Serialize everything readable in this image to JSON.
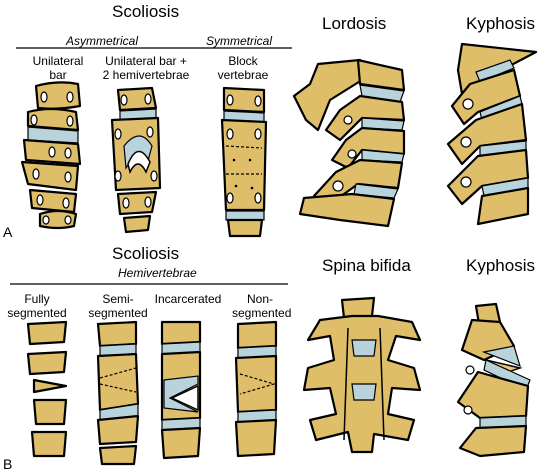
{
  "panel_a": {
    "letter": "A",
    "scoliosis_title": "Scoliosis",
    "asymmetrical_label": "Asymmetrical",
    "symmetrical_label": "Symmetrical",
    "unilateral_bar": [
      "Unilateral",
      "bar"
    ],
    "unilateral_bar_hemi": [
      "Unilateral bar +",
      "2 hemivertebrae"
    ],
    "block_vertebrae": [
      "Block",
      "vertebrae"
    ],
    "lordosis_title": "Lordosis",
    "kyphosis_title": "Kyphosis"
  },
  "panel_b": {
    "letter": "B",
    "scoliosis_title": "Scoliosis",
    "hemivertebrae_label": "Hemivertebrae",
    "fully_segmented": [
      "Fully",
      "segmented"
    ],
    "semi_segmented": [
      "Semi-",
      "segmented"
    ],
    "incarcerated": [
      "Incarcerated"
    ],
    "non_segmented": [
      "Non-",
      "segmented"
    ],
    "spina_bifida_title": "Spina bifida",
    "kyphosis_title": "Kyphosis"
  },
  "colors": {
    "bone": "#dfbe6a",
    "disc": "#b9d3dc",
    "outline": "#000000"
  }
}
